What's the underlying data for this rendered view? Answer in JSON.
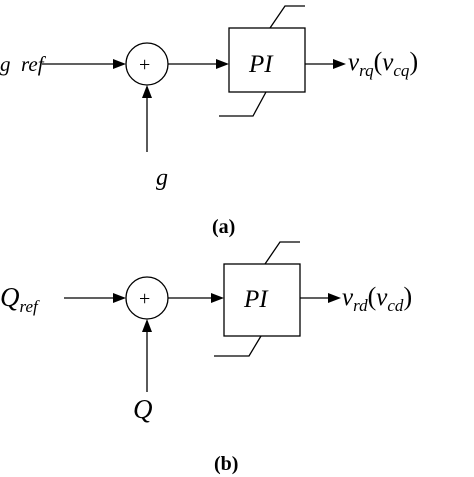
{
  "diagram_a": {
    "input_label": "g  ref",
    "feedback_label": "g",
    "sum_sign": "+",
    "controller_label": "PI",
    "output_label_main": "v",
    "output_sub_main": "rq",
    "output_paren_open": "(",
    "output_label_alt": "v",
    "output_sub_alt": "cq",
    "output_paren_close": ")",
    "caption": "(a)"
  },
  "diagram_b": {
    "input_label_main": "Q",
    "input_sub": "ref",
    "feedback_label": "Q",
    "sum_sign": "+",
    "controller_label": "PI",
    "output_label_main": "v",
    "output_sub_main": "rd",
    "output_paren_open": "(",
    "output_label_alt": "v",
    "output_sub_alt": "cd",
    "output_paren_close": ")",
    "caption": "(b)"
  }
}
